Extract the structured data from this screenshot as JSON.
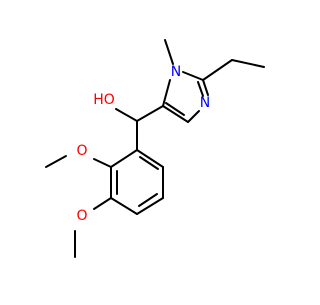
{
  "molecule": {
    "colors": {
      "bond": "#000000",
      "oxygen": "#ff0000",
      "nitrogen": "#0000ff",
      "background": "#ffffff"
    },
    "atoms": {
      "hydroxyl": "HO",
      "imidazole_n1": "N",
      "imidazole_n3": "N",
      "methoxy_o_upper": "O",
      "methoxy_o_lower": "O"
    }
  }
}
